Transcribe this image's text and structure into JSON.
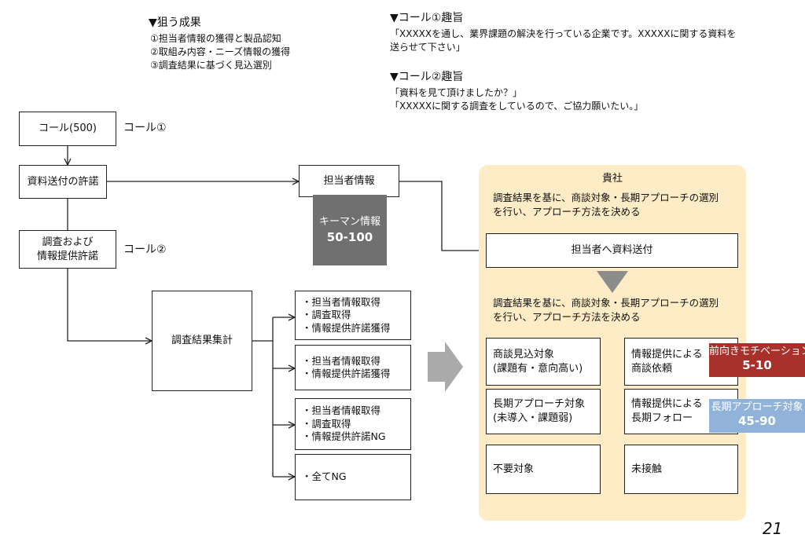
{
  "goals": {
    "title": "▼狙う成果",
    "items": [
      "①担当者情報の獲得と製品認知",
      "②取組み内容・ニーズ情報の獲得",
      "③調査結果に基づく見込選別"
    ]
  },
  "call1": {
    "title": "▼コール①趣旨",
    "lines": [
      "「XXXXXを通し、業界課題の解決を行っている企業です。XXXXXに関する資料を",
      "送らせて下さい」"
    ]
  },
  "call2": {
    "title": "▼コール②趣旨",
    "lines": [
      "「資料を見て頂けましたか？」",
      "「XXXXXに関する調査をしているので、ご協力願いたい。」"
    ]
  },
  "flow": {
    "call_box": "コール(500)",
    "call_label_1": "コール①",
    "consent_box": "資料送付の許諾",
    "survey_box_lines": [
      "調査および",
      "情報提供許諾"
    ],
    "call_label_2": "コール②",
    "contact_box": "担当者情報",
    "keyman": {
      "label": "キーマン情報",
      "value": "50-100"
    },
    "aggregate_box": "調査結果集計",
    "outcomes": [
      [
        "・担当者情報取得",
        "・調査取得",
        "・情報提供許諾獲得"
      ],
      [
        "・担当者情報取得",
        "・情報提供許諾獲得"
      ],
      [
        "・担当者情報取得",
        "・調査取得",
        "・情報提供許諾NG"
      ],
      [
        "・全てNG"
      ]
    ]
  },
  "client": {
    "title": "貴社",
    "desc_lines": [
      "調査結果を基に、商談対象・長期アプローチの選別",
      "を行い、アプローチ方法を決める"
    ],
    "send_box": "担当者へ資料送付",
    "desc2_lines": [
      "調査結果を基に、商談対象・長期アプローチの選別",
      "を行い、アプローチ方法を決める"
    ],
    "rows": [
      {
        "left": [
          "商談見込対象",
          "(課題有・意向高い)"
        ],
        "right": [
          "情報提供による",
          "商談依頼"
        ]
      },
      {
        "left": [
          "長期アプローチ対象",
          "(未導入・課題弱)"
        ],
        "right": [
          "情報提供による",
          "長期フォロー"
        ]
      },
      {
        "left": [
          "不要対象"
        ],
        "right": [
          "未接触"
        ]
      }
    ]
  },
  "badges": [
    {
      "label": "前向きモチベーション",
      "value": "5-10",
      "color": "#a8312b"
    },
    {
      "label": "長期アプローチ対象",
      "value": "45-90",
      "color": "#92b3d9"
    }
  ],
  "page_number": "21",
  "colors": {
    "panel": "#fdecc6",
    "keyman": "#707070",
    "arrow": "#aaaaaa",
    "triangle": "#8c8c8c"
  }
}
